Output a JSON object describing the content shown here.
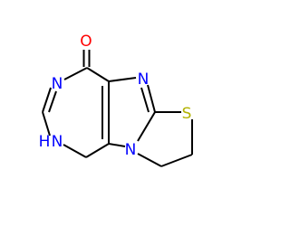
{
  "molecule": {
    "atoms": {
      "oxygen": {
        "symbol": "O",
        "color": "#ff0000"
      },
      "n_top_left": {
        "symbol": "N",
        "color": "#0000ff"
      },
      "n_bottom_left": {
        "symbol": "N",
        "color": "#0000ff"
      },
      "h_bottom_left": {
        "symbol": "H",
        "color": "#0000ff"
      },
      "n_top_right": {
        "symbol": "N",
        "color": "#0000ff"
      },
      "n_bridge": {
        "symbol": "N",
        "color": "#0000ff"
      },
      "sulfur": {
        "symbol": "S",
        "color": "#b2b200"
      }
    },
    "bond_color": "#000000"
  }
}
